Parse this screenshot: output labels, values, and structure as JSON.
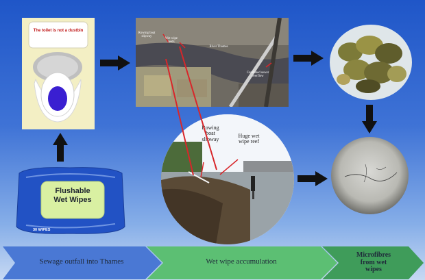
{
  "toilet": {
    "caption": "The toilet is not a dustbin"
  },
  "wipes_pack": {
    "title_line1": "Flushable",
    "title_line2": "Wet Wipes",
    "count": "30 WIPES"
  },
  "map": {
    "rowing_boat_slipway": "Rowing boat slipway",
    "wet_wipe_reefs": "Wet wipe reefs",
    "river_thames": "River Thames",
    "combined_sewer_overflow": "Combined sewer overflow"
  },
  "river_photo": {
    "rowing_boat_slipway_line1": "Rowing",
    "rowing_boat_slipway_line2": "boat",
    "rowing_boat_slipway_line3": "slipway",
    "huge_wet_wipe_reef_line1": "Huge wet",
    "huge_wet_wipe_reef_line2": "wipe reef"
  },
  "stages": [
    {
      "label": "Sewage outfall into Thames",
      "color": "#4a78d4"
    },
    {
      "label": "Wet wipe accumulation",
      "color": "#5cbf73"
    },
    {
      "label_line1": "Microfibres",
      "label_line2": "from wet",
      "label_line3": "wipes",
      "color": "#3f9c5a"
    }
  ],
  "colors": {
    "accent_red": "#d8262a",
    "arrow": "#111111"
  }
}
